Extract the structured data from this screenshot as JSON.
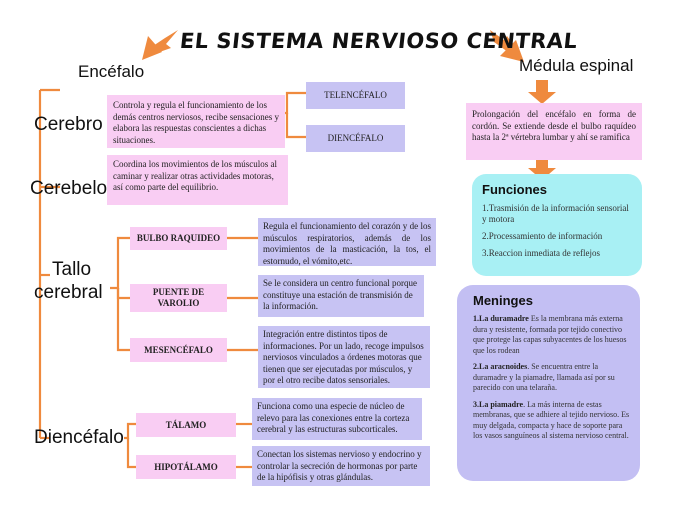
{
  "title": "EL SISTEMA NERVIOSO CENTRAL",
  "colors": {
    "arrow": "#ef8a3e",
    "line": "#ef8a3e",
    "pink": "#f9cdf3",
    "lavender": "#c7c3f3",
    "cyan": "#a8f0f4"
  },
  "encefalo": {
    "heading": "Encéfalo",
    "cerebro": {
      "label": "Cerebro",
      "description": "Controla y regula el funcionamiento de los demás centros nerviosos, recibe sensaciones y elabora las respuestas conscientes a dichas situaciones.",
      "parts": [
        "TELENCÉFALO",
        "DIENCÉFALO"
      ]
    },
    "cerebelo": {
      "label": "Cerebelo",
      "description": "Coordina los movimientos de los músculos al caminar y realizar otras actividades motoras, así como parte del equilibrio."
    },
    "tallo": {
      "label_line1": "Tallo",
      "label_line2": "cerebral",
      "items": [
        {
          "name": "BULBO RAQUIDEO",
          "description": "Regula el funcionamiento del corazón y de los músculos respiratorios, además de los movimientos de la masticación, la tos, el estornudo, el vómito,etc."
        },
        {
          "name_line1": "PUENTE DE",
          "name_line2": "VAROLIO",
          "description": "Se le considera un centro funcional porque constituye una estación de transmisión de la información."
        },
        {
          "name": "MESENCÉFALO",
          "description": "Integración entre distintos tipos de informaciones. Por un lado, recoge impulsos nerviosos vinculados a órdenes motoras que tienen que ser ejecutadas por músculos, y por el otro recibe datos sensoriales."
        }
      ]
    },
    "diencefalo": {
      "label": "Diencéfalo",
      "items": [
        {
          "name": "TÁLAMO",
          "description": "Funciona como una especie de núcleo de relevo para las conexiones entre la corteza cerebral y las estructuras subcorticales."
        },
        {
          "name": "HIPOTÁLAMO",
          "description": "Conectan los sistemas nervioso y endocrino y controlar la secreción de hormonas por parte de la hipófisis y otras glándulas."
        }
      ]
    }
  },
  "medula": {
    "heading": "Médula espinal",
    "description": "Prolongación del encéfalo en forma de cordón. Se extiende desde el bulbo raquídeo hasta la 2ª vértebra lumbar y ahí se ramifica",
    "funciones": {
      "title": "Funciones",
      "items": [
        "1.Trasmisión de la información sensorial y motora",
        "2.Processamiento de información",
        "3.Reaccion inmediata de reflejos"
      ]
    }
  },
  "meninges": {
    "title": "Meninges",
    "items": [
      {
        "name": "1.La duramadre",
        "text": " Es la membrana más externa dura y resistente, formada por tejido conectivo que protege las capas subyacentes de los huesos que los rodean"
      },
      {
        "name": "2.La aracnoides",
        "text": ". Se encuentra entre la duramadre y la piamadre, llamada así por su parecido con una telaraña."
      },
      {
        "name": "3.La piamadre",
        "text": ". La más interna de estas membranas, que se adhiere al tejido nervioso. Es muy delgada, compacta y hace de soporte para los vasos sanguíneos al sistema nervioso central."
      }
    ]
  }
}
